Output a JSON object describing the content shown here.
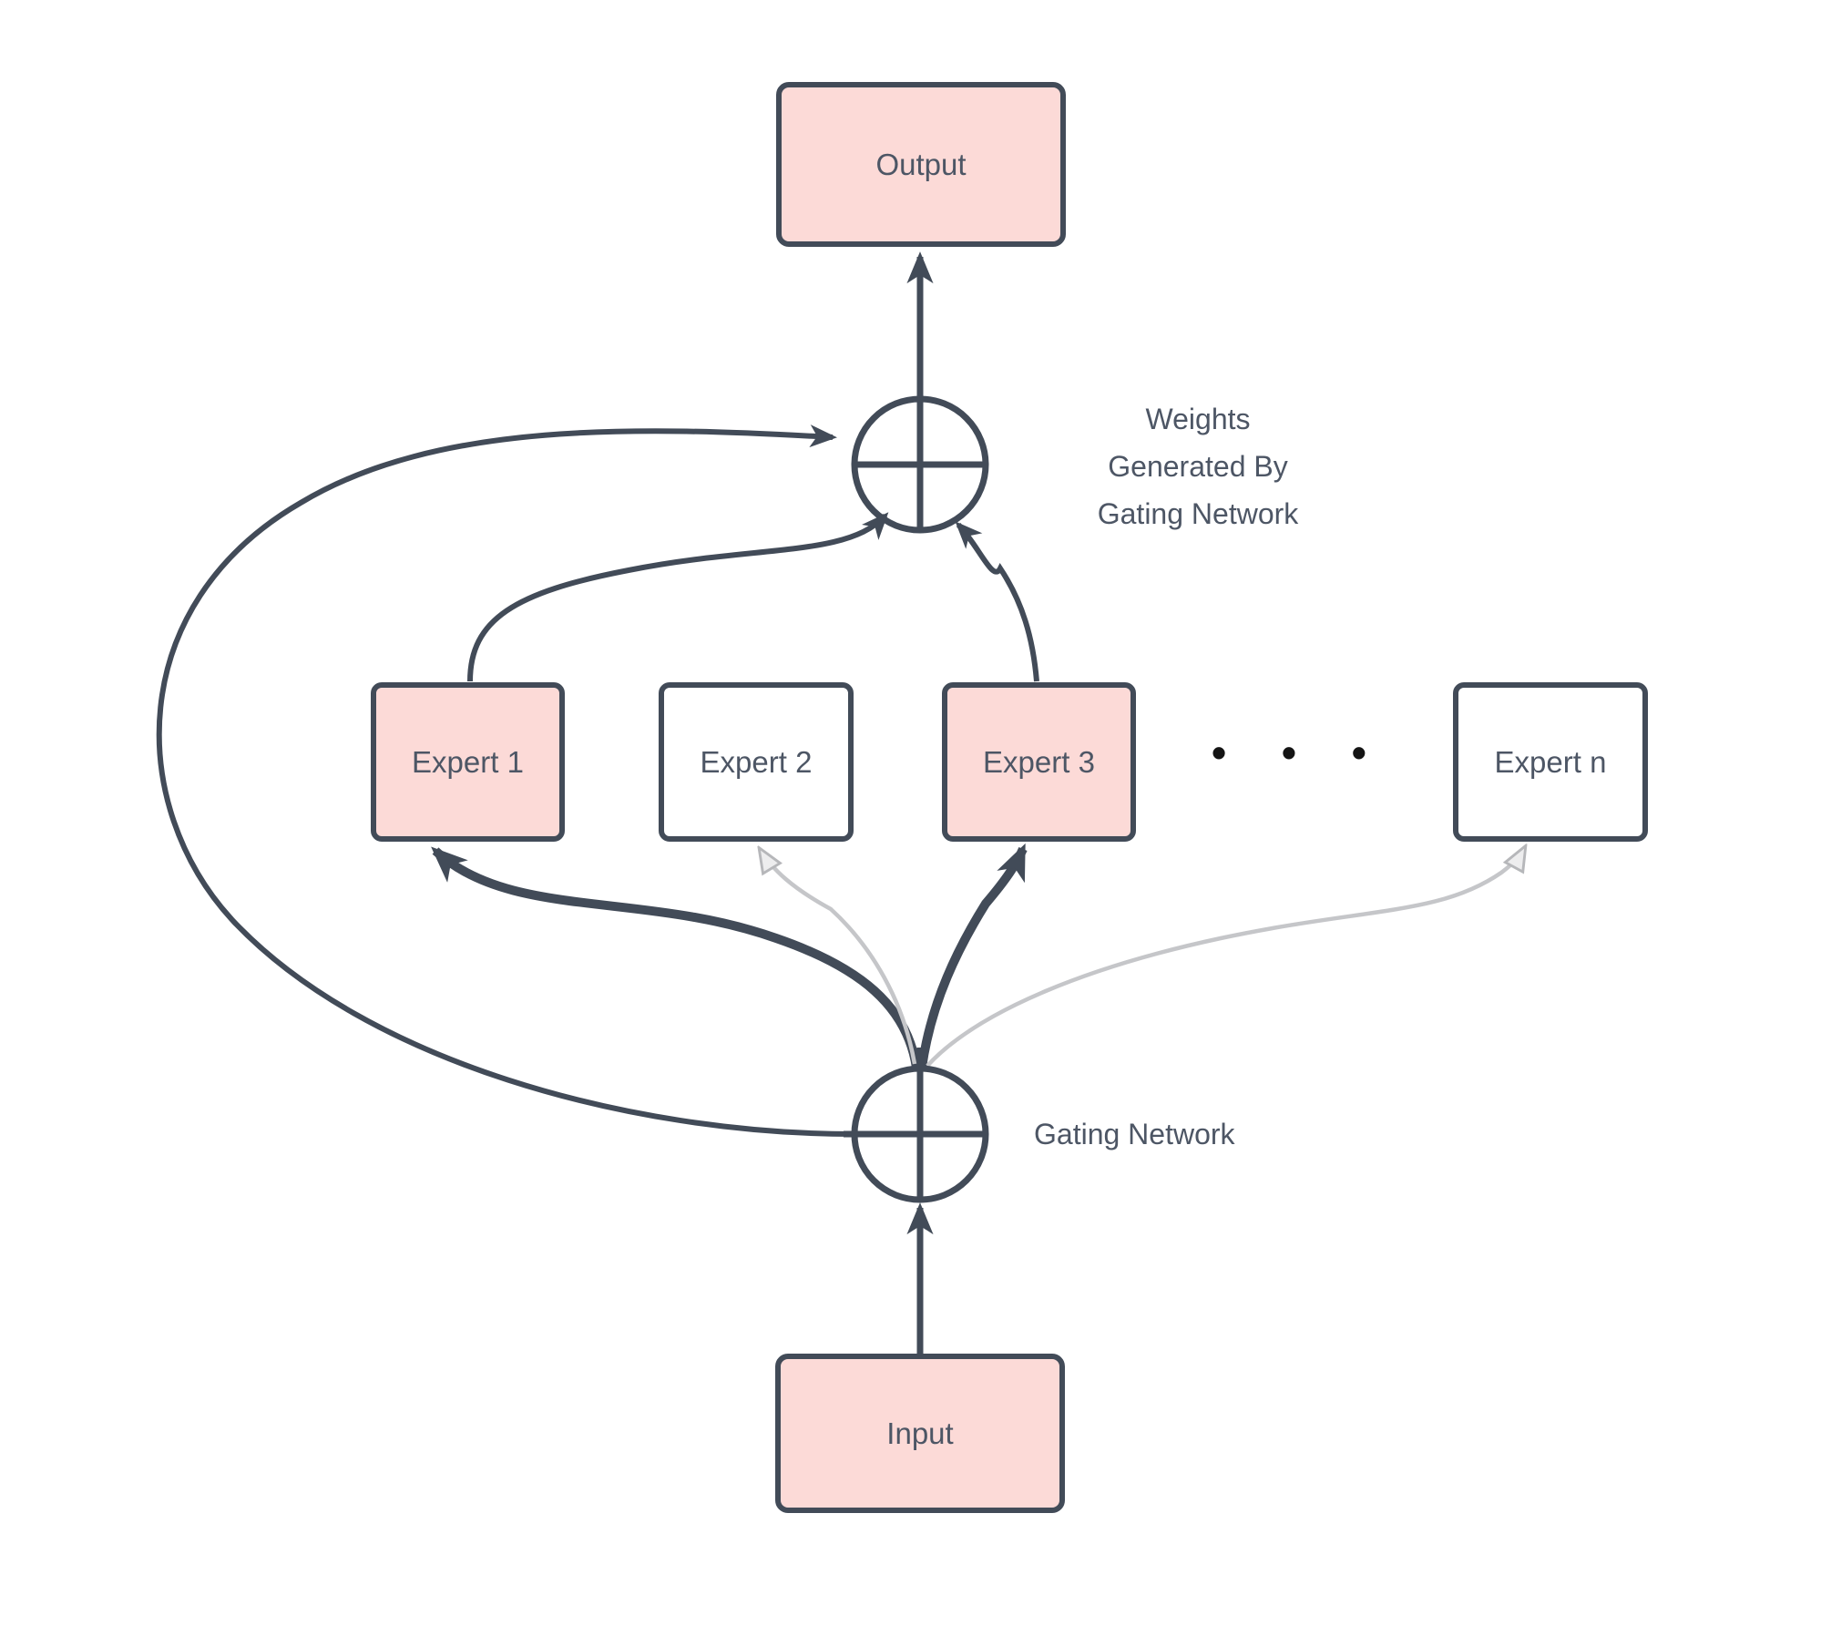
{
  "nodes": {
    "output": "Output",
    "input": "Input",
    "expert1": "Expert 1",
    "expert2": "Expert 2",
    "expert3": "Expert 3",
    "expert_n": "Expert n",
    "ellipsis": "• • •"
  },
  "annotations": {
    "weights_lines": [
      "Weights",
      "Generated By",
      "Gating Network"
    ],
    "gating": "Gating Network"
  },
  "colors": {
    "stroke_dark": "#424b58",
    "highlight_fill": "#fcdad7",
    "default_fill": "#ffffff",
    "inactive_arrow": "#c5c6c9",
    "text": "#4d5665",
    "dots": "#141414"
  }
}
